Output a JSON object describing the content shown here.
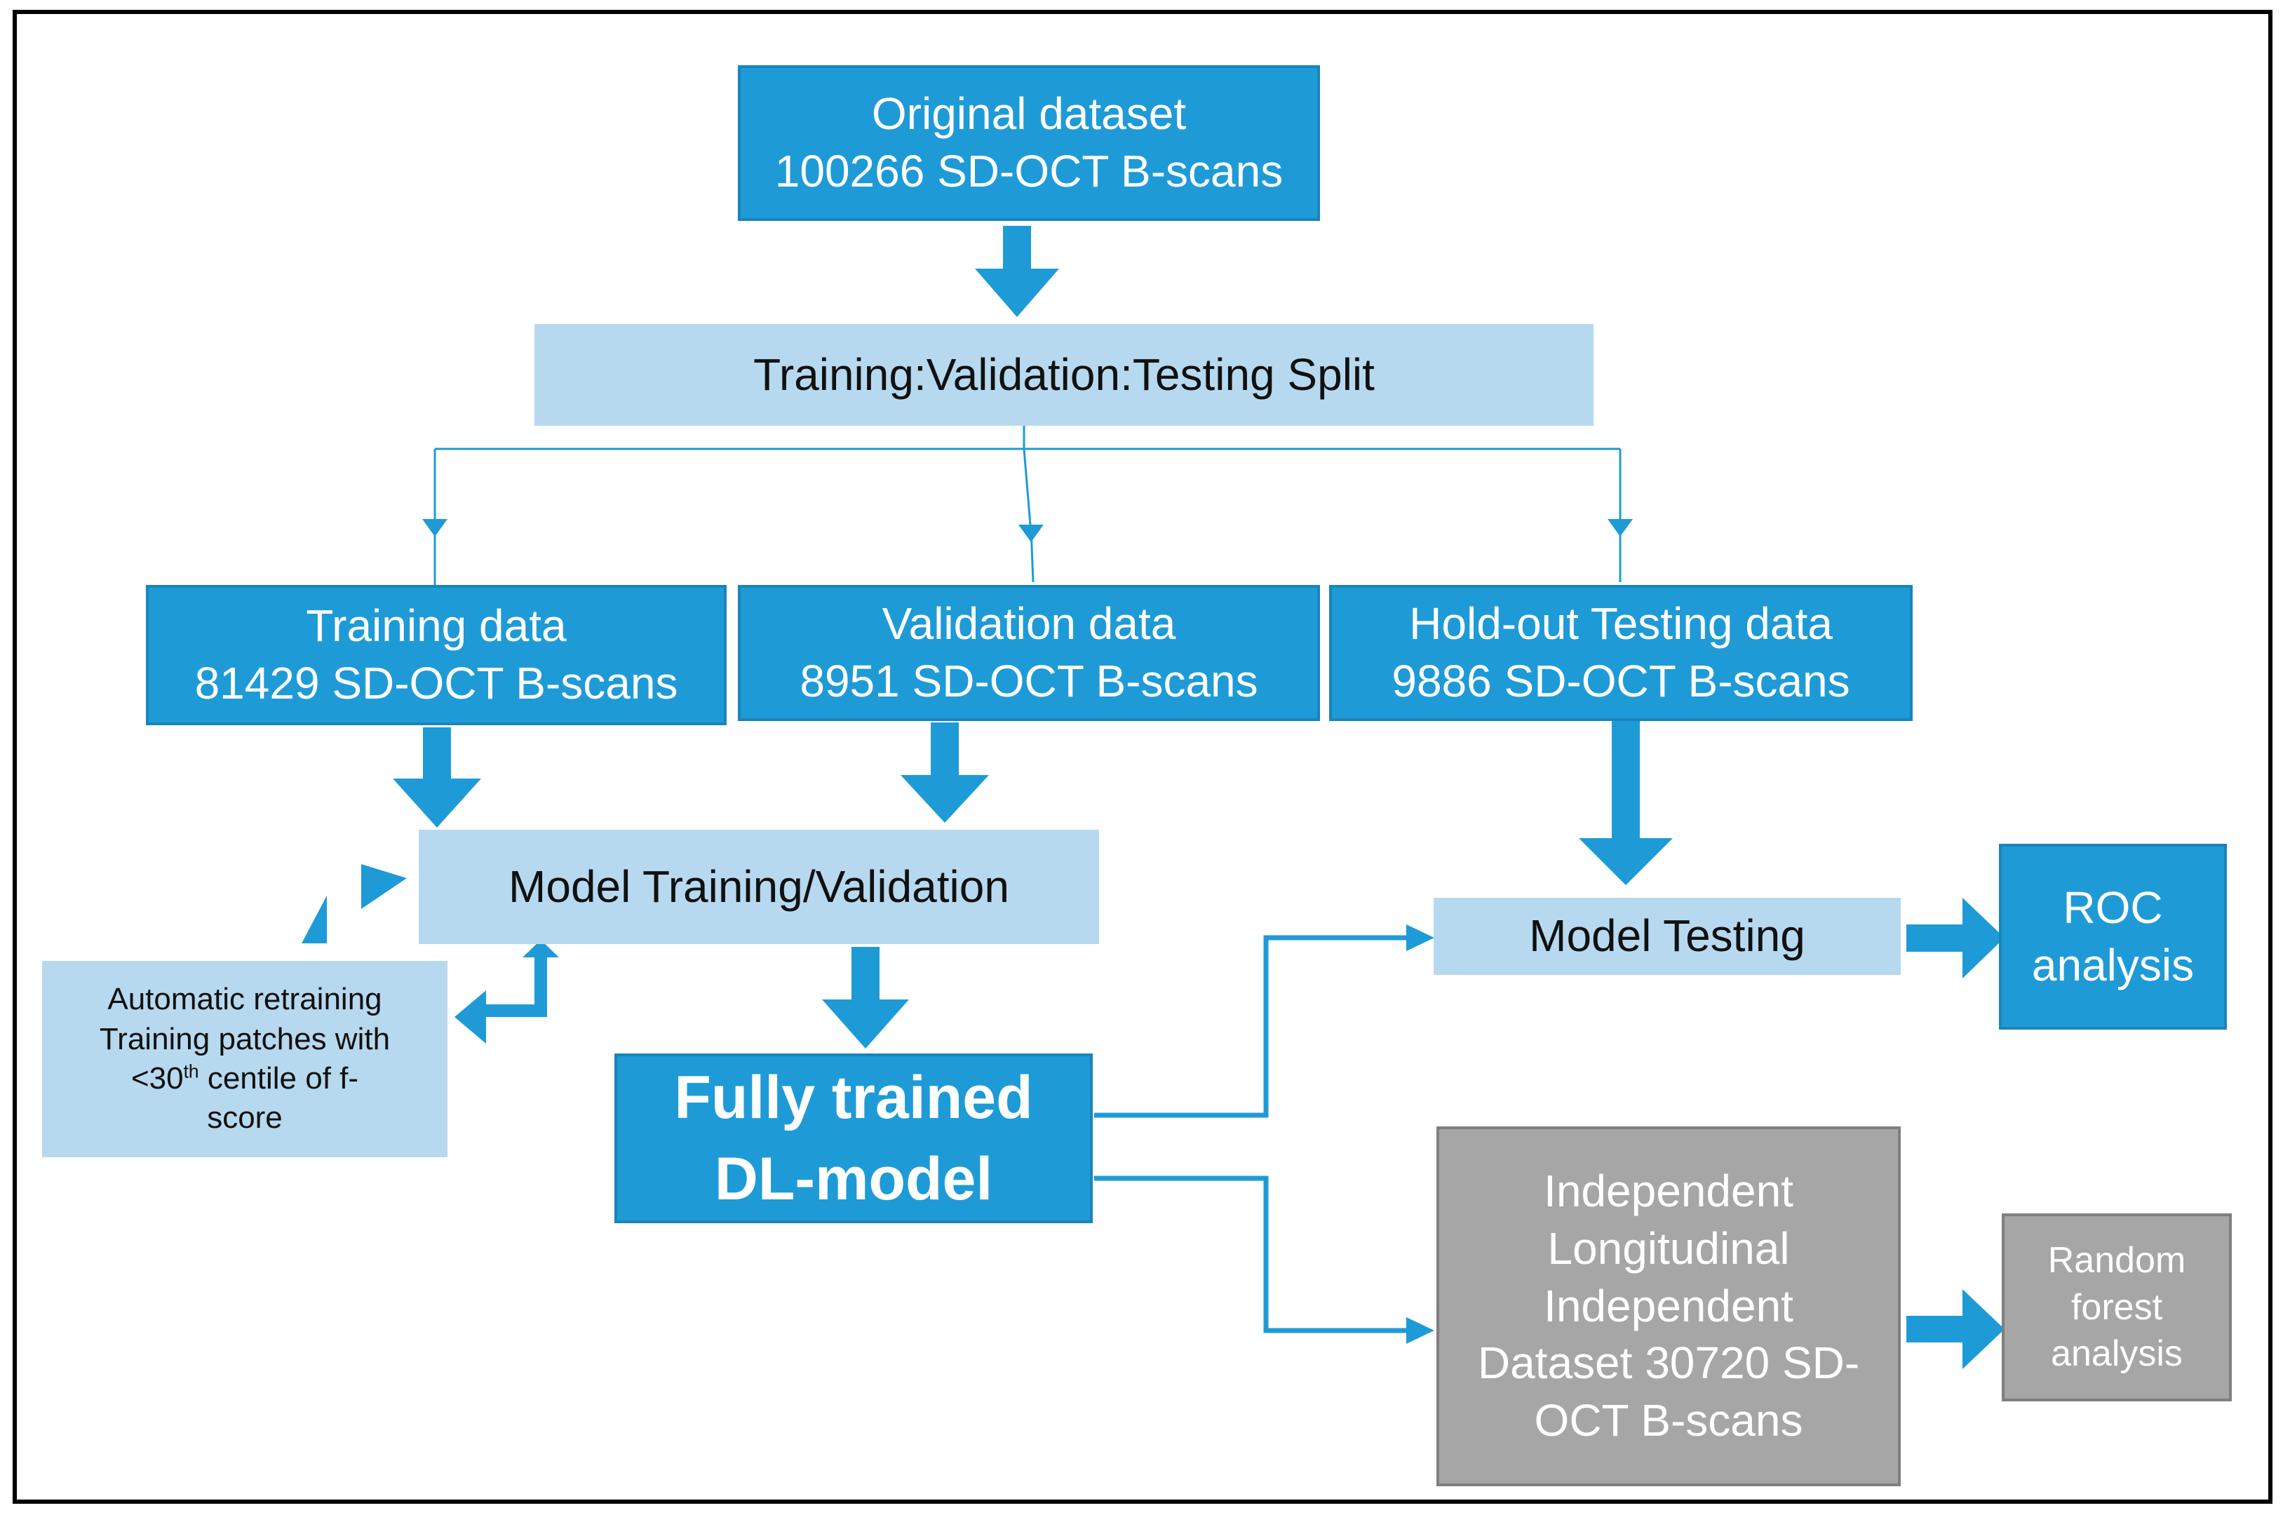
{
  "nodes": {
    "original": {
      "line1": "Original dataset",
      "line2": "100266 SD-OCT B-scans"
    },
    "split": {
      "label": "Training:Validation:Testing Split"
    },
    "training": {
      "line1": "Training data",
      "line2": "81429 SD-OCT B-scans"
    },
    "validation": {
      "line1": "Validation data",
      "line2": "8951 SD-OCT B-scans"
    },
    "holdout": {
      "line1": "Hold-out Testing data",
      "line2": "9886 SD-OCT B-scans"
    },
    "model_training": {
      "label": "Model Training/Validation"
    },
    "retraining": {
      "line1": "Automatic retraining",
      "line2": "Training patches with",
      "line3_pre": "<30",
      "line3_sup": "th",
      "line3_post": " centile of f-",
      "line4": "score"
    },
    "fully_trained": {
      "line1": "Fully trained",
      "line2": "DL-model"
    },
    "model_testing": {
      "label": "Model Testing"
    },
    "roc": {
      "line1": "ROC",
      "line2": "analysis"
    },
    "independent": {
      "line1": "Independent",
      "line2": "Longitudinal",
      "line3": "Independent",
      "line4": "Dataset 30720 SD-",
      "line5": "OCT B-scans"
    },
    "random_forest": {
      "line1": "Random",
      "line2": "forest",
      "line3": "analysis"
    }
  },
  "colors": {
    "dark_box": "#1e9bd7",
    "light_box": "#b7d9ef",
    "gray_box": "#a6a6a6",
    "arrow": "#1e9bd7"
  }
}
